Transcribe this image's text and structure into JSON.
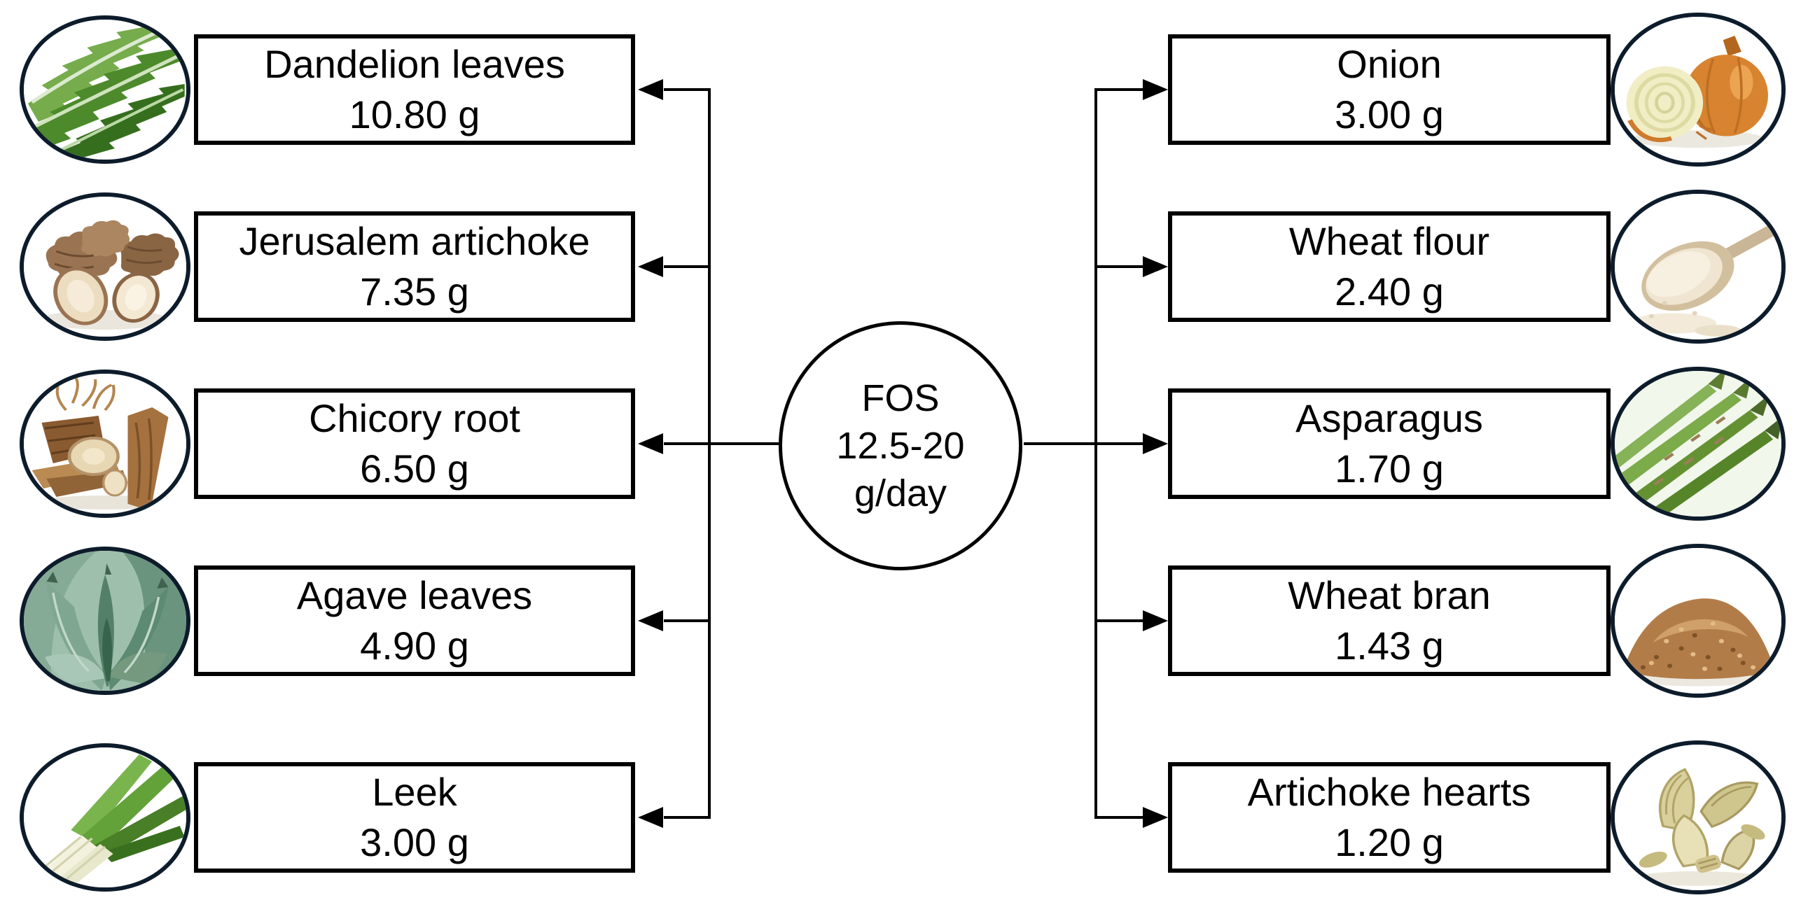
{
  "figure": {
    "center_node": {
      "title": "FOS",
      "range": "12.5-20",
      "unit": "g/day"
    },
    "left_items": [
      {
        "name": "Dandelion leaves",
        "amount": "10.80 g"
      },
      {
        "name": "Jerusalem artichoke",
        "amount": "7.35 g"
      },
      {
        "name": "Chicory root",
        "amount": "6.50 g"
      },
      {
        "name": "Agave leaves",
        "amount": "4.90 g"
      },
      {
        "name": "Leek",
        "amount": "3.00 g"
      }
    ],
    "right_items": [
      {
        "name": "Onion",
        "amount": "3.00 g"
      },
      {
        "name": "Wheat flour",
        "amount": "2.40 g"
      },
      {
        "name": "Asparagus",
        "amount": "1.70 g"
      },
      {
        "name": "Wheat bran",
        "amount": "1.43 g"
      },
      {
        "name": "Artichoke hearts",
        "amount": "1.20 g"
      }
    ],
    "colors": {
      "background": "#ffffff",
      "line": "#000000",
      "box_border": "#000000",
      "text": "#000000",
      "photo_ring": "#0d1c2b"
    }
  }
}
